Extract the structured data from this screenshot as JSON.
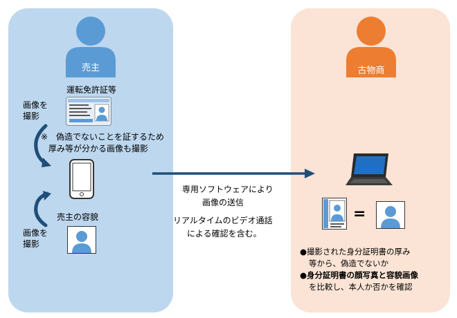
{
  "seller": {
    "role_label": "売主",
    "license_label": "運転免許証等",
    "capture_label_1": [
      "画像を",
      "撮影"
    ],
    "note": "※　偽造でないことを証するため",
    "note2": "厚み等が分かる画像も撮影",
    "face_label": "売主の容貌",
    "capture_label_2": [
      "画像を",
      "撮影"
    ]
  },
  "transfer": {
    "line1": "専用ソフトウェアにより",
    "line2": "画像の送信",
    "line3": "リアルタイムのビデオ通話",
    "line4": "による確認を含む。"
  },
  "dealer": {
    "role_label": "古物商",
    "equals": "=",
    "check1_line1": "●撮影された身分証明書の厚み",
    "check1_line2": "等から、偽造でないか",
    "check2_bold": "●身分証明書の顔写真と容貌画像",
    "check2_line2": "を比較し、本人か否かを確認"
  },
  "colors": {
    "seller_panel": "#bdd7ee",
    "dealer_panel": "#fbe4d5",
    "seller_person": "#5b9bd5",
    "dealer_person": "#ed7d31",
    "arrow": "#1f4e79"
  }
}
